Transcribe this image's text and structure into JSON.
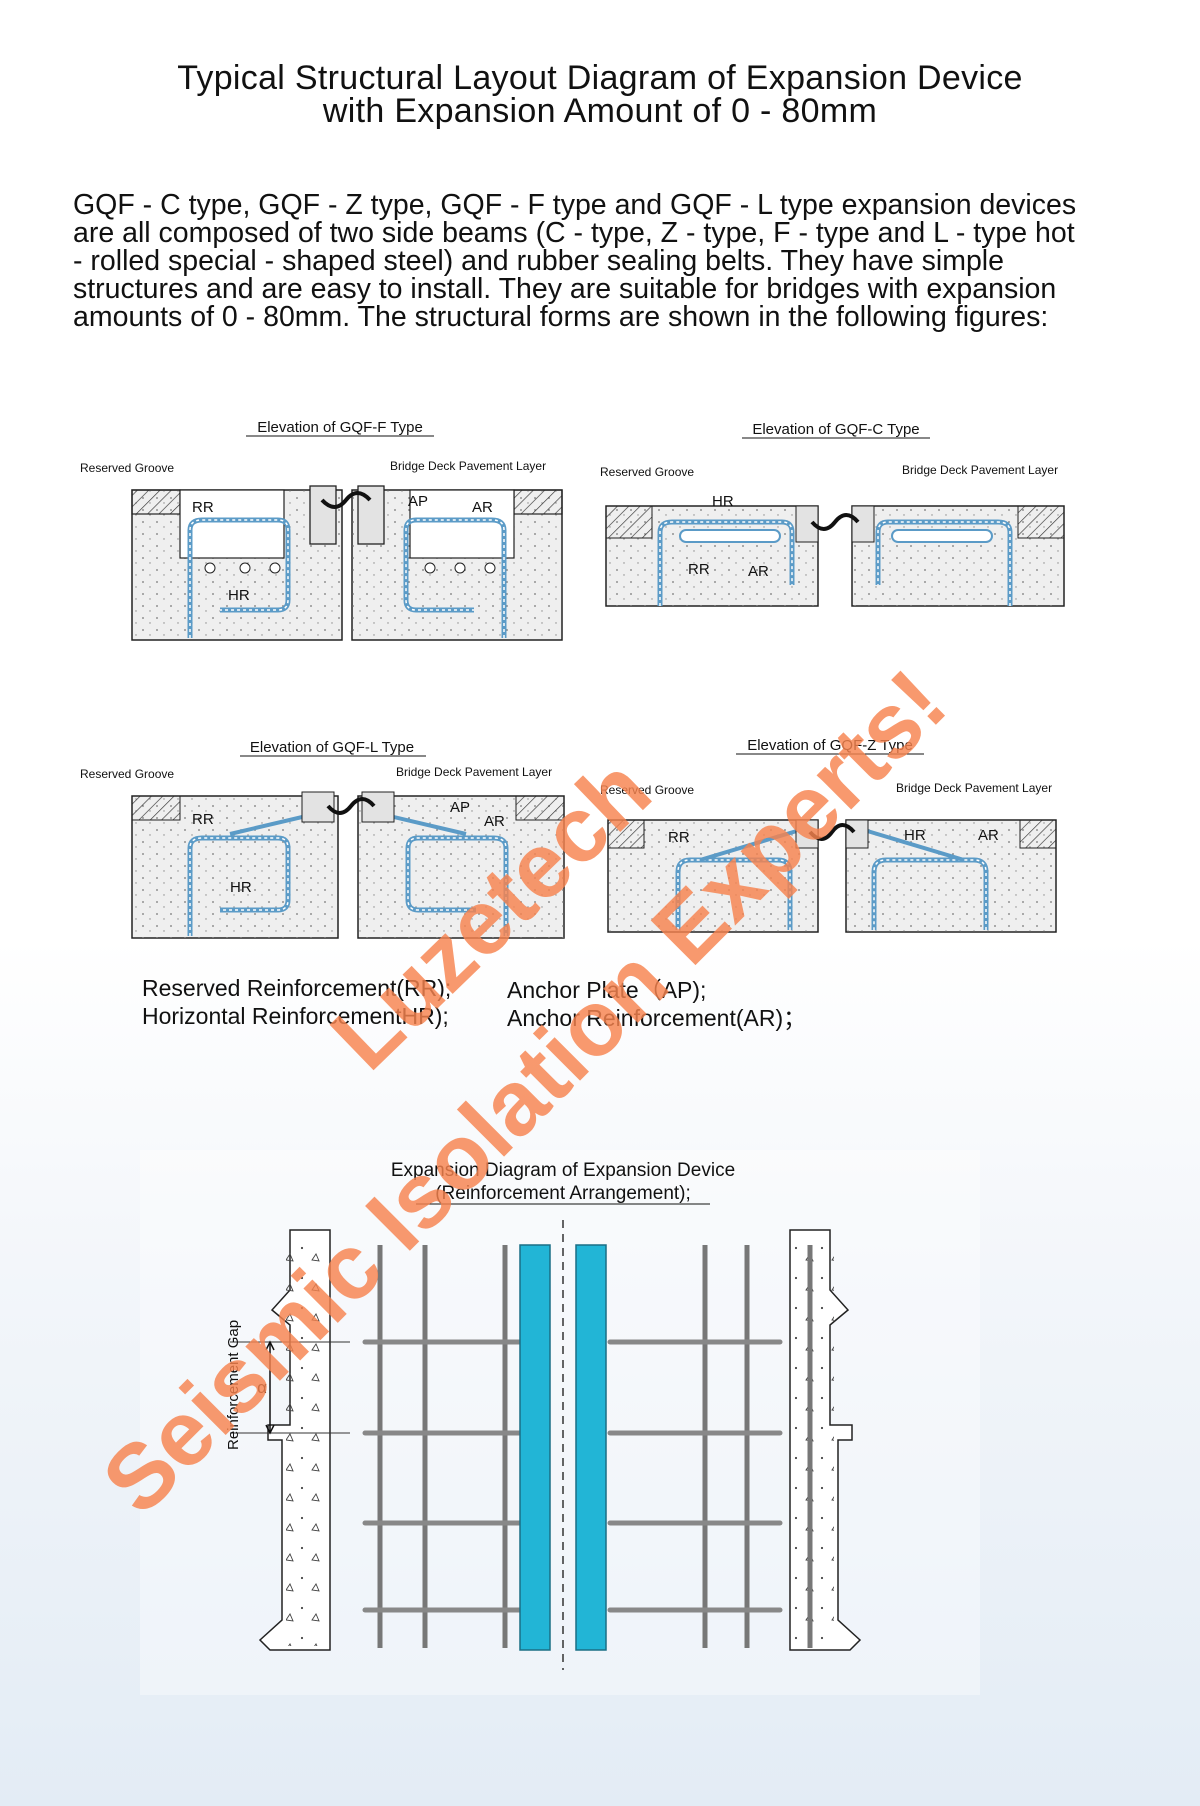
{
  "title": {
    "line1": "Typical Structural Layout Diagram of Expansion Device",
    "line2": "with Expansion Amount of 0 - 80mm"
  },
  "intro": [
    "GQF - C type, GQF - Z type, GQF - F type and GQF - L type expansion devices",
    "are all composed of two side beams (C - type, Z - type, F - type and L - type hot",
    "- rolled special - shaped steel) and rubber sealing belts. They have simple",
    "structures and are easy to install. They are suitable for bridges with expansion",
    "amounts of 0 - 80mm. The structural forms are shown in the following figures:"
  ],
  "figures": {
    "f": {
      "title": "Elevation of GQF-F Type",
      "left_callout": "Reserved Groove",
      "right_callout": "Bridge Deck Pavement Layer",
      "labels": [
        "RR",
        "HR",
        "AP",
        "AR"
      ]
    },
    "c": {
      "title": "Elevation of GQF-C Type",
      "left_callout": "Reserved Groove",
      "right_callout": "Bridge Deck Pavement Layer",
      "labels": [
        "HR",
        "RR",
        "AR"
      ]
    },
    "l": {
      "title": "Elevation of GQF-L Type",
      "left_callout": "Reserved Groove",
      "right_callout": "Bridge Deck Pavement Layer",
      "labels": [
        "RR",
        "HR",
        "AP",
        "AR"
      ]
    },
    "z": {
      "title": "Elevation of GQF-Z Type",
      "left_callout": "Reserved Groove",
      "right_callout": "Bridge Deck Pavement Layer",
      "labels": [
        "RR",
        "HR",
        "AR"
      ]
    }
  },
  "legend": {
    "rr": "Reserved Reinforcement(RR);",
    "hr": "Horizontal ReinforcementHR);",
    "ap": "Anchor Plate（AP);",
    "ar": "Anchor Reinforcement(AR)；"
  },
  "bottom_diagram": {
    "title_line1": "Expansion Diagram of Expansion Device",
    "title_line2": "(Reinforcement Arrangement);",
    "gap_label": "Reinforcement Gap",
    "alpha": "α"
  },
  "watermark": {
    "line1": "Luzetech",
    "line2": "Seismic Isolation Experts!"
  },
  "colors": {
    "watermark": "#f6824e",
    "beam_cyan": "#22b5d6",
    "rebar": "#5b9bc7",
    "text": "#111111"
  }
}
